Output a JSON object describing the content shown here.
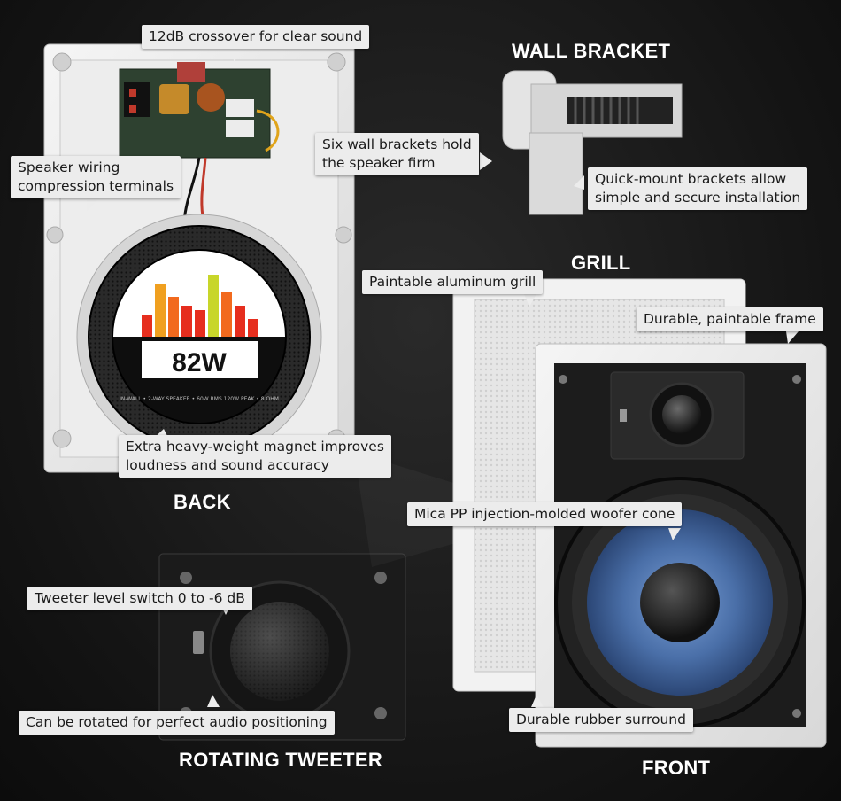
{
  "headings": {
    "wall_bracket": "WALL BRACKET",
    "grill": "GRILL",
    "back": "BACK",
    "rotating_tweeter": "ROTATING TWEETER",
    "front": "FRONT"
  },
  "callouts": {
    "crossover": "12dB crossover for clear sound",
    "six_brackets_1": "Six wall brackets hold",
    "six_brackets_2": "the speaker firm",
    "wiring_1": "Speaker wiring",
    "wiring_2": "compression terminals",
    "quick_mount_1": "Quick-mount brackets allow",
    "quick_mount_2": "simple and secure installation",
    "grill": "Paintable aluminum grill",
    "frame": "Durable, paintable frame",
    "magnet_1": "Extra heavy-weight magnet improves",
    "magnet_2": "loudness and sound accuracy",
    "woofer": "Mica PP injection-molded woofer cone",
    "tweeter_switch": "Tweeter level switch 0 to -6 dB",
    "rotated": "Can be rotated for perfect audio positioning",
    "surround": "Durable rubber surround"
  },
  "magnet_label": {
    "wattage": "82W",
    "ring_text": "IN-WALL • 2-WAY SPEAKER • 60W RMS 120W PEAK • 8 OHM"
  },
  "colors": {
    "background": "#141414",
    "callout_bg": "#ececec",
    "woofer_cone": "#4a6fa8"
  }
}
